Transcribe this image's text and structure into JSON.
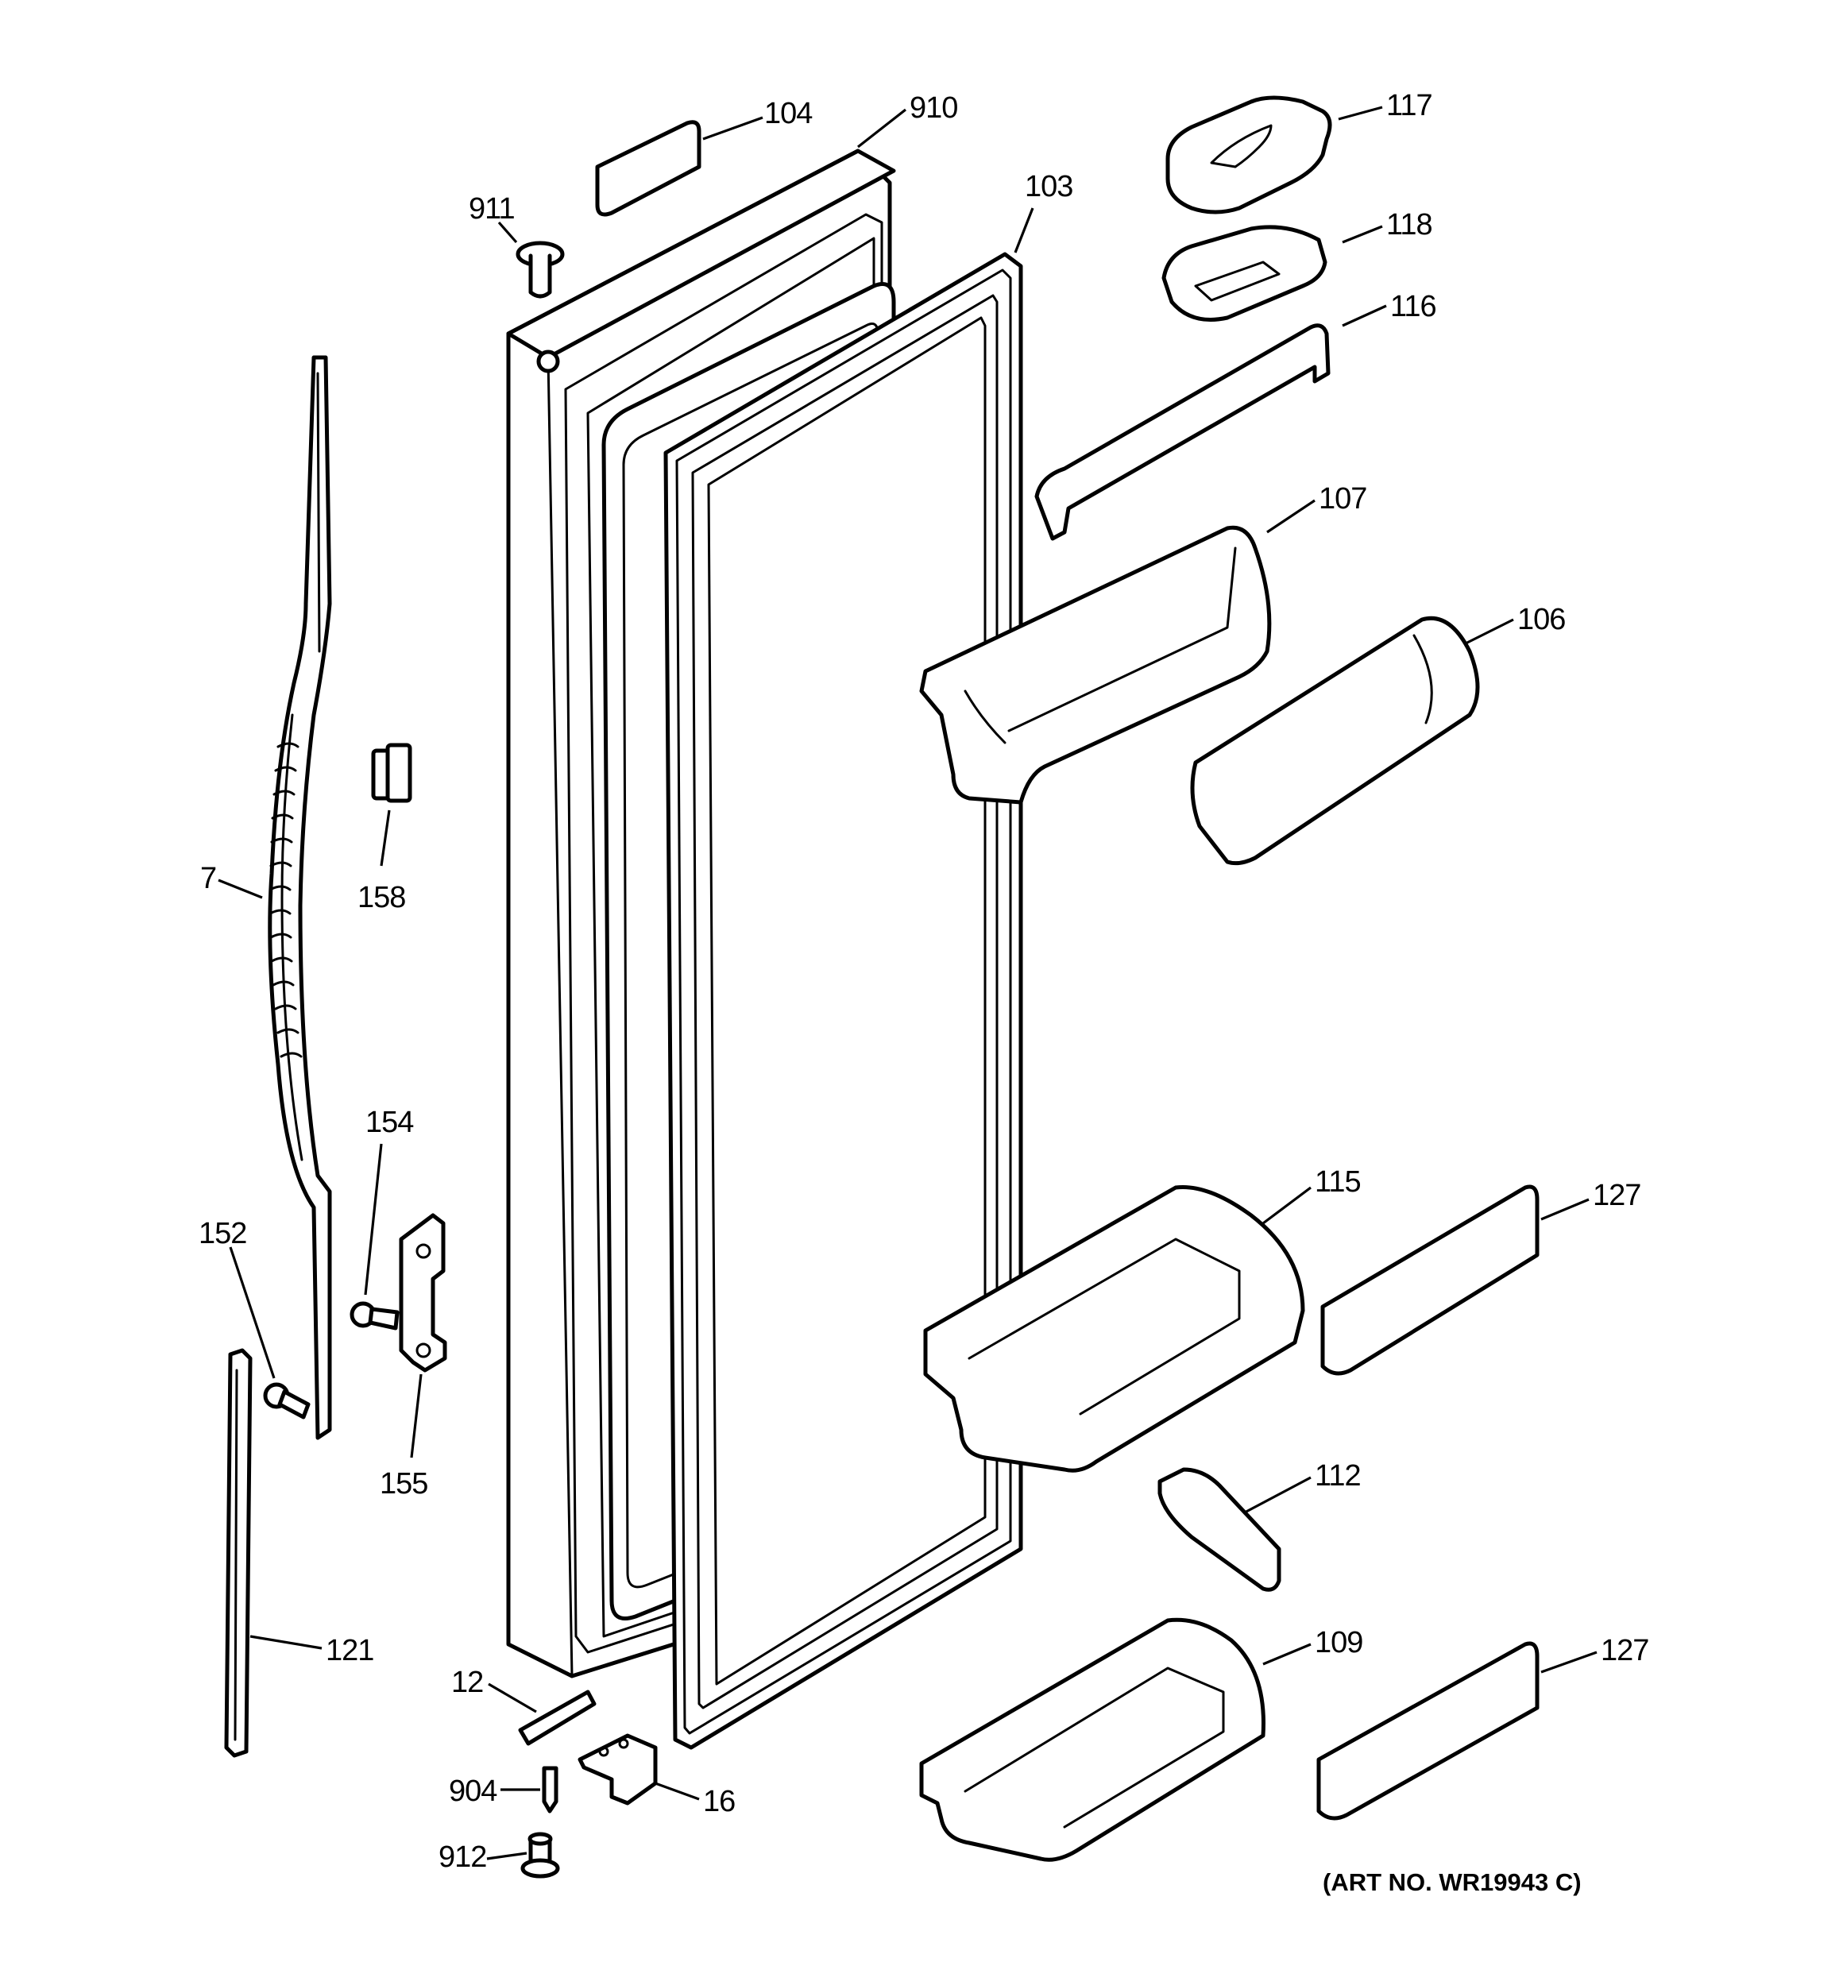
{
  "callouts": [
    {
      "id": "c104",
      "label": "104"
    },
    {
      "id": "c910",
      "label": "910"
    },
    {
      "id": "c911",
      "label": "911"
    },
    {
      "id": "c103",
      "label": "103"
    },
    {
      "id": "c117",
      "label": "117"
    },
    {
      "id": "c118",
      "label": "118"
    },
    {
      "id": "c116",
      "label": "116"
    },
    {
      "id": "c107",
      "label": "107"
    },
    {
      "id": "c106",
      "label": "106"
    },
    {
      "id": "c7",
      "label": "7"
    },
    {
      "id": "c158",
      "label": "158"
    },
    {
      "id": "c154",
      "label": "154"
    },
    {
      "id": "c152",
      "label": "152"
    },
    {
      "id": "c155",
      "label": "155"
    },
    {
      "id": "c121",
      "label": "121"
    },
    {
      "id": "c115",
      "label": "115"
    },
    {
      "id": "c127a",
      "label": "127"
    },
    {
      "id": "c112",
      "label": "112"
    },
    {
      "id": "c109",
      "label": "109"
    },
    {
      "id": "c127b",
      "label": "127"
    },
    {
      "id": "c12",
      "label": "12"
    },
    {
      "id": "c904",
      "label": "904"
    },
    {
      "id": "c16",
      "label": "16"
    },
    {
      "id": "c912",
      "label": "912"
    }
  ],
  "art_number": "(ART NO. WR19943 C)"
}
